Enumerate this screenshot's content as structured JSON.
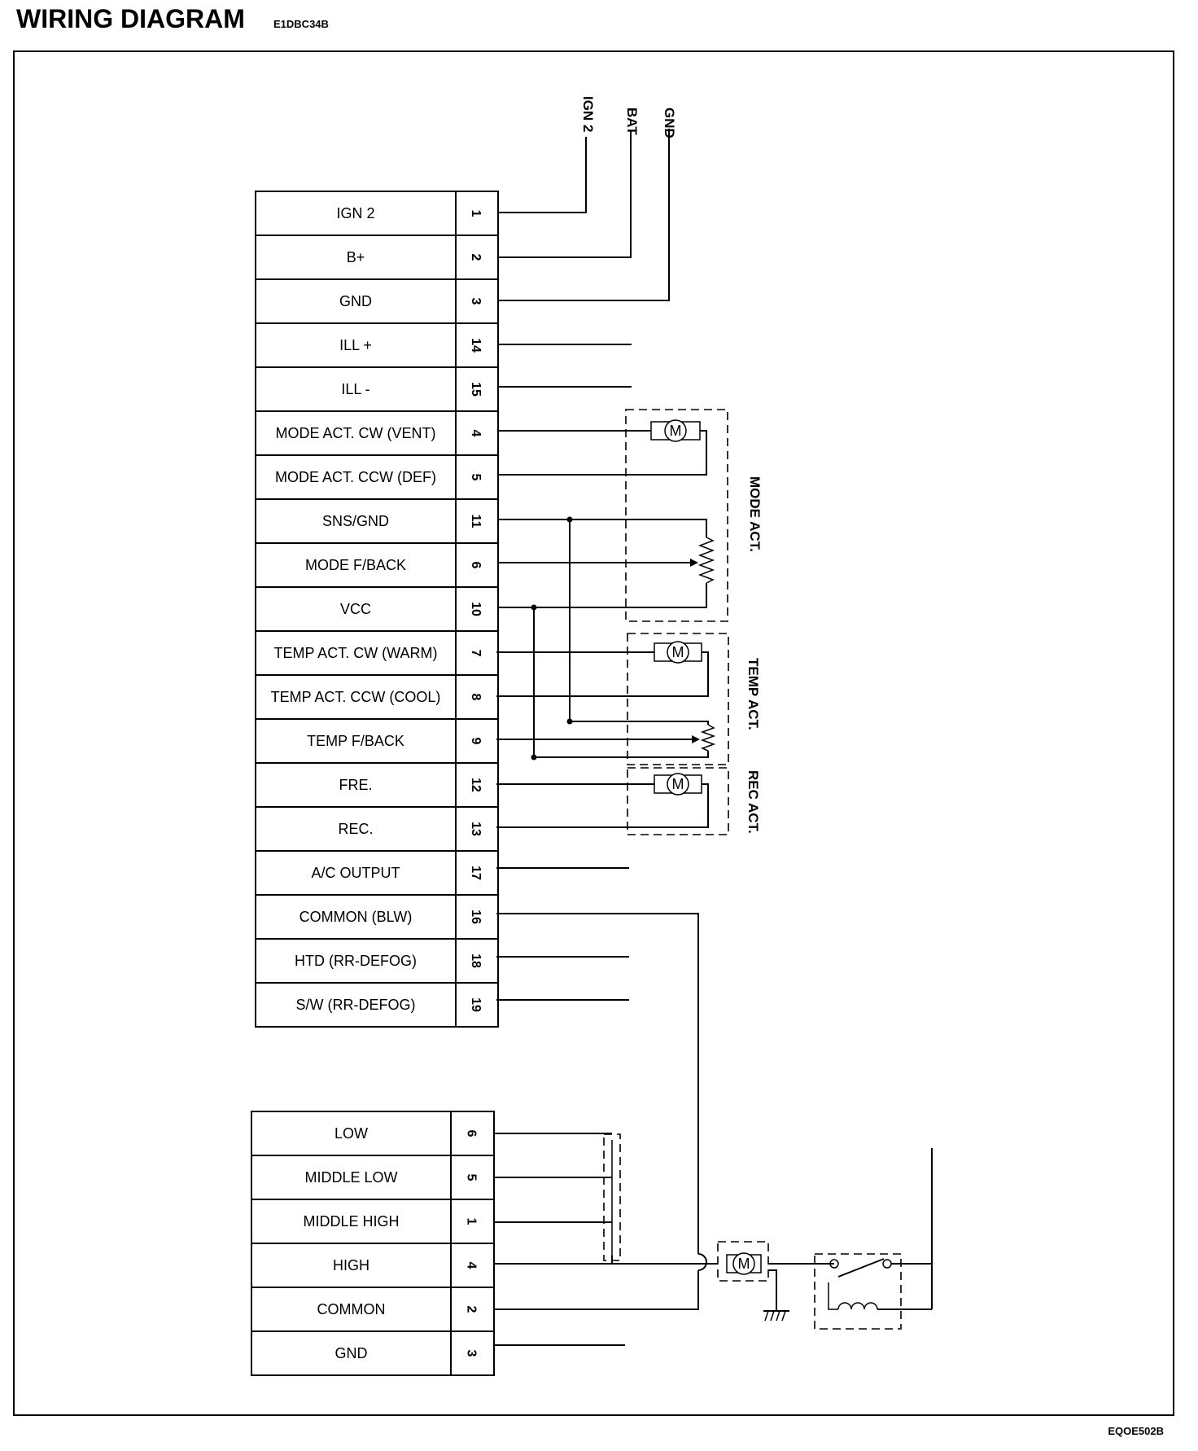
{
  "title": "WIRING DIAGRAM",
  "doc_code": "E1DBC34B",
  "figure_code": "EQOE502B",
  "top_labels": [
    "IGN 2",
    "BAT",
    "GND"
  ],
  "upper_connector": [
    {
      "label": "IGN 2",
      "pin": "1"
    },
    {
      "label": "B+",
      "pin": "2"
    },
    {
      "label": "GND",
      "pin": "3"
    },
    {
      "label": "ILL +",
      "pin": "14"
    },
    {
      "label": "ILL -",
      "pin": "15"
    },
    {
      "label": "MODE ACT. CW (VENT)",
      "pin": "4"
    },
    {
      "label": "MODE ACT. CCW (DEF)",
      "pin": "5"
    },
    {
      "label": "SNS/GND",
      "pin": "11"
    },
    {
      "label": "MODE F/BACK",
      "pin": "6"
    },
    {
      "label": "VCC",
      "pin": "10"
    },
    {
      "label": "TEMP ACT. CW (WARM)",
      "pin": "7"
    },
    {
      "label": "TEMP ACT. CCW (COOL)",
      "pin": "8"
    },
    {
      "label": "TEMP F/BACK",
      "pin": "9"
    },
    {
      "label": "FRE.",
      "pin": "12"
    },
    {
      "label": "REC.",
      "pin": "13"
    },
    {
      "label": "A/C OUTPUT",
      "pin": "17"
    },
    {
      "label": "COMMON (BLW)",
      "pin": "16"
    },
    {
      "label": "HTD (RR-DEFOG)",
      "pin": "18"
    },
    {
      "label": "S/W (RR-DEFOG)",
      "pin": "19"
    }
  ],
  "lower_connector": [
    {
      "label": "LOW",
      "pin": "6"
    },
    {
      "label": "MIDDLE LOW",
      "pin": "5"
    },
    {
      "label": "MIDDLE HIGH",
      "pin": "1"
    },
    {
      "label": "HIGH",
      "pin": "4"
    },
    {
      "label": "COMMON",
      "pin": "2"
    },
    {
      "label": "GND",
      "pin": "3"
    }
  ],
  "actuators": {
    "mode": "MODE ACT.",
    "temp": "TEMP ACT.",
    "rec": "REC ACT."
  },
  "motor_symbol": "M"
}
